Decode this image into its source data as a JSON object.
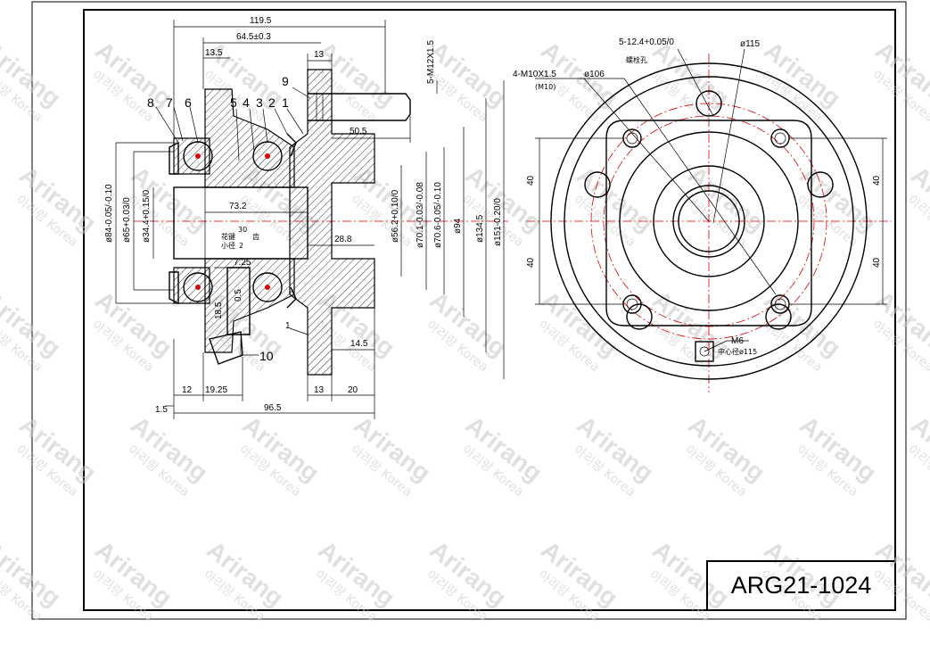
{
  "title_block": {
    "part_number": "ARG21-1024"
  },
  "watermark": {
    "brand": "Arirang",
    "korean": "아리랑",
    "country": "Korea"
  },
  "section_view": {
    "top_dims": [
      "119.5",
      "64.5±0.3",
      "13.5",
      "13",
      "50.5"
    ],
    "thread_stud": "5-M12X1.5",
    "part_numbers": [
      "8",
      "7",
      "6",
      "5",
      "4",
      "3",
      "2",
      "1",
      "9",
      "10"
    ],
    "inner_dims": [
      "73.2",
      "28.8",
      "7.25",
      "18.5",
      "0.5"
    ],
    "spline_note": {
      "teeth_label": "花键",
      "teeth_count": "30",
      "teeth_unit": "齿",
      "minor_label": "小径",
      "minor_value": "2"
    },
    "left_diameters": [
      "ø84-0.05/-0.10",
      "ø65+0.03/0",
      "ø34.4+0.15/0"
    ],
    "right_diameters": [
      "ø56.2+0.10/0",
      "ø70.1-0.03/-0.08",
      "ø70.6-0.05/-0.10",
      "ø94",
      "ø134.5",
      "ø151-0.20/0"
    ],
    "bottom_dims": [
      "12",
      "19.25",
      "13",
      "20",
      "14.5",
      "1.5",
      "96.5",
      "1"
    ]
  },
  "front_view": {
    "bolt_holes": "5-12.4+0.05/0",
    "bolt_holes_note": "螺栓孔",
    "pcd": "ø115",
    "tapped_holes": "4-M10X1.5",
    "tapped_holes_sub": "(M10)",
    "tapped_pcd": "ø106",
    "side_dims": [
      "40",
      "40",
      "40",
      "40"
    ],
    "sensor_thread": "M6",
    "sensor_note": "中心径ø115"
  }
}
